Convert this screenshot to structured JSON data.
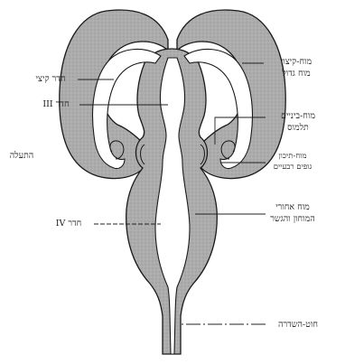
{
  "labels": {
    "cerebrum": [
      "מוח-קיצון",
      "מוח גדול"
    ],
    "lateral_ventricle": "חדר קיצי",
    "ventricle_iii": "חדר III",
    "diencephalon": [
      "מוח-ביניים",
      "תלמוס"
    ],
    "aqueduct": "התעלה",
    "midbrain": [
      "מוח-תיכון",
      "גופים רבעיים"
    ],
    "hindbrain": [
      "מוח אחורי",
      "המוחון והגשר"
    ],
    "ventricle_iv": "חדר IV",
    "spinal_cord": "חוט-השדרה"
  },
  "colors": {
    "tissue": "#a8a8a8",
    "cavity": "#ffffff",
    "outline": "#1a1a1a",
    "leader": "#222222"
  }
}
